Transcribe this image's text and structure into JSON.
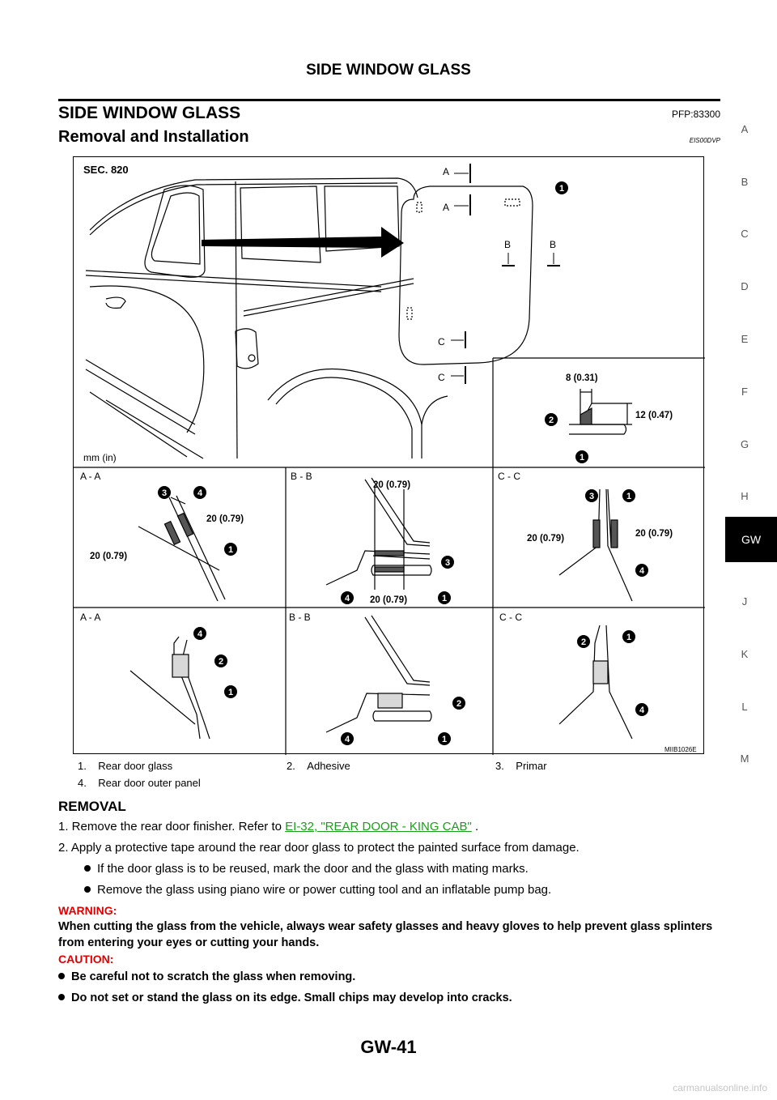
{
  "header": {
    "running_title": "SIDE WINDOW GLASS"
  },
  "section": {
    "title": "SIDE WINDOW GLASS",
    "pfp": "PFP:83300"
  },
  "subsection": {
    "title": "Removal and Installation",
    "code": "EIS00DVP"
  },
  "figure": {
    "sec": "SEC. 820",
    "units": "mm (in)",
    "id": "MIIB1026E",
    "section_marks": [
      "A",
      "A",
      "B",
      "B",
      "C",
      "C"
    ],
    "sections": [
      "A - A",
      "B - B",
      "C - C",
      "A - A",
      "B - B",
      "C - C"
    ],
    "dims": {
      "d8": "8 (0.31)",
      "d12": "12 (0.47)",
      "d20": "20 (0.79)"
    },
    "callouts": [
      "1",
      "2",
      "3",
      "4"
    ]
  },
  "legend": [
    {
      "num": "1.",
      "text": "Rear door glass"
    },
    {
      "num": "2.",
      "text": "Adhesive"
    },
    {
      "num": "3.",
      "text": "Primar"
    },
    {
      "num": "4.",
      "text": "Rear door outer panel"
    }
  ],
  "removal": {
    "heading": "REMOVAL",
    "step1_prefix": "1.  Remove the rear door finisher. Refer to ",
    "step1_link": "EI-32, \"REAR DOOR - KING CAB\"",
    "step1_suffix": " .",
    "step2": "2.  Apply a protective tape around the rear door glass to protect the painted surface from damage.",
    "bullets": [
      "If the door glass is to be reused, mark the door and the glass with mating marks.",
      "Remove the glass using piano wire or power cutting tool and an inflatable pump bag."
    ],
    "warning_label": "WARNING:",
    "warning_text": "When cutting the glass from the vehicle, always wear safety glasses and heavy gloves to help prevent glass splinters from entering your eyes or cutting your hands.",
    "caution_label": "CAUTION:",
    "cautions": [
      "Be careful not to scratch the glass when removing.",
      "Do not set or stand the glass on its edge. Small chips may develop into cracks."
    ]
  },
  "footer": {
    "page": "GW-41"
  },
  "side_index": [
    "A",
    "B",
    "C",
    "D",
    "E",
    "F",
    "G",
    "H",
    "GW",
    "J",
    "K",
    "L",
    "M"
  ],
  "watermark": "carmanualsonline.info"
}
